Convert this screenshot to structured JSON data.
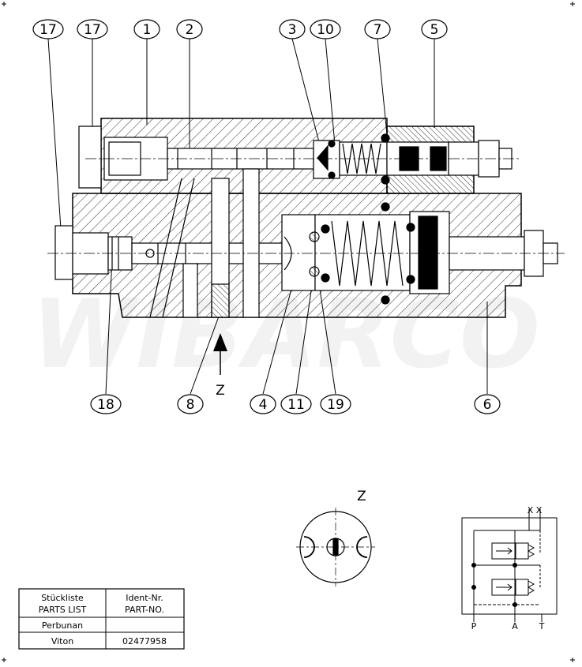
{
  "balloons_top": [
    "17",
    "17",
    "1",
    "2",
    "3",
    "10",
    "7",
    "5"
  ],
  "balloons_bottom": [
    "18",
    "8",
    "4",
    "11",
    "19",
    "6"
  ],
  "view_marker": "Z",
  "detail_view_title": "Z",
  "schematic": {
    "port_p": "P",
    "port_a": "A",
    "port_t": "T",
    "port_x": "X X"
  },
  "parts_table": {
    "header_left_1": "Stückliste",
    "header_left_2": "PARTS LIST",
    "header_right_1": "Ident-Nr.",
    "header_right_2": "PART-NO.",
    "rows": [
      {
        "material": "Perbunan",
        "part_no": ""
      },
      {
        "material": "Viton",
        "part_no": "02477958"
      }
    ]
  },
  "watermark": "WIBARCO"
}
